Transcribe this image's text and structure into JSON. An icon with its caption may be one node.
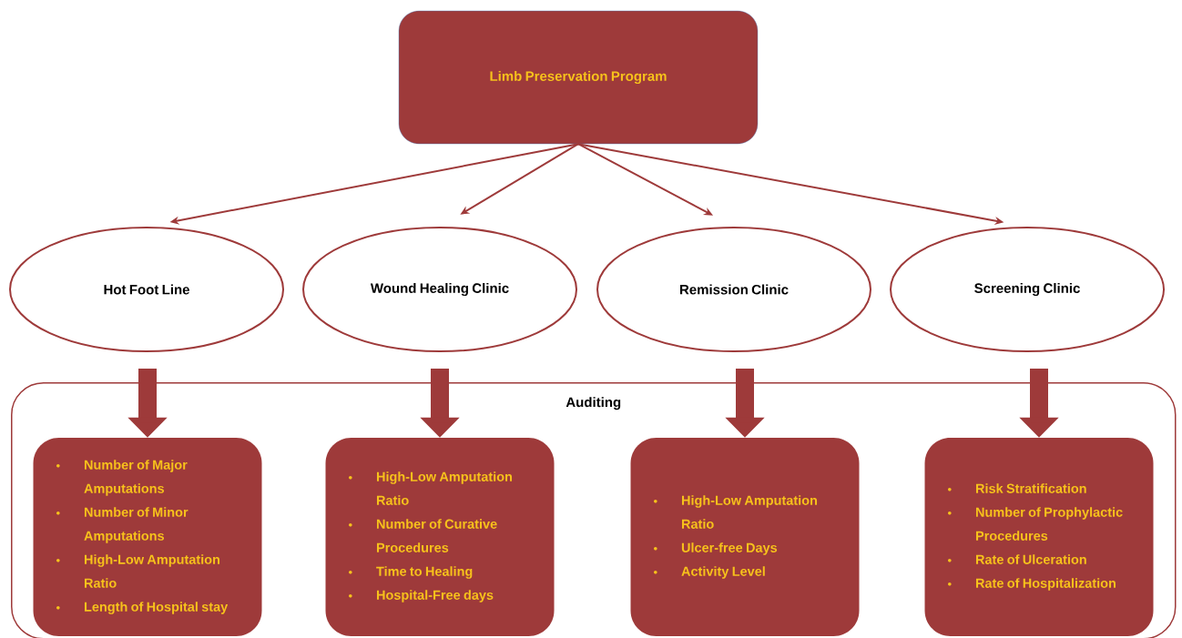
{
  "diagram": {
    "nodes": [
      {
        "text": [
          "Limb Preservation Program"
        ]
      },
      {
        "text": [
          "Hot Foot Line"
        ]
      },
      {
        "text": [
          "Wound Healing Clinic"
        ]
      },
      {
        "text": [
          "Remission Clinic"
        ]
      },
      {
        "text": [
          "Screening Clinic"
        ]
      },
      {
        "text": [
          "Auditing"
        ]
      },
      {
        "text": [
          "Number of Major Amputations",
          "Number of Minor Amputations",
          "High-Low Amputation Ratio",
          "Length of Hospital stay"
        ],
        "in": 5
      },
      {
        "text": [
          "High-Low Amputation Ratio",
          "Number of Curative Procedures",
          "Time to Healing",
          "Hospital-Free days"
        ],
        "in": 5
      },
      {
        "text": [
          "High-Low Amputation Ratio",
          "Ulcer-free Days",
          "Activity Level"
        ],
        "in": 5
      },
      {
        "text": [
          "Risk Stratification",
          "Number of Prophylactic Procedures",
          "Rate of Ulceration",
          "Rate of Hospitalization"
        ],
        "in": 5
      }
    ],
    "edges": [
      {
        "from": 0,
        "to": 1,
        "arrow": "to"
      },
      {
        "from": 0,
        "to": 2,
        "arrow": "to"
      },
      {
        "from": 0,
        "to": 3,
        "arrow": "to"
      },
      {
        "from": 0,
        "to": 4,
        "arrow": "to"
      },
      {
        "from": 1,
        "to": 6,
        "arrow": "to",
        "style": "thick"
      },
      {
        "from": 2,
        "to": 7,
        "arrow": "to",
        "style": "thick"
      },
      {
        "from": 3,
        "to": 8,
        "arrow": "to",
        "style": "thick"
      },
      {
        "from": 4,
        "to": 9,
        "arrow": "to",
        "style": "thick"
      }
    ]
  }
}
